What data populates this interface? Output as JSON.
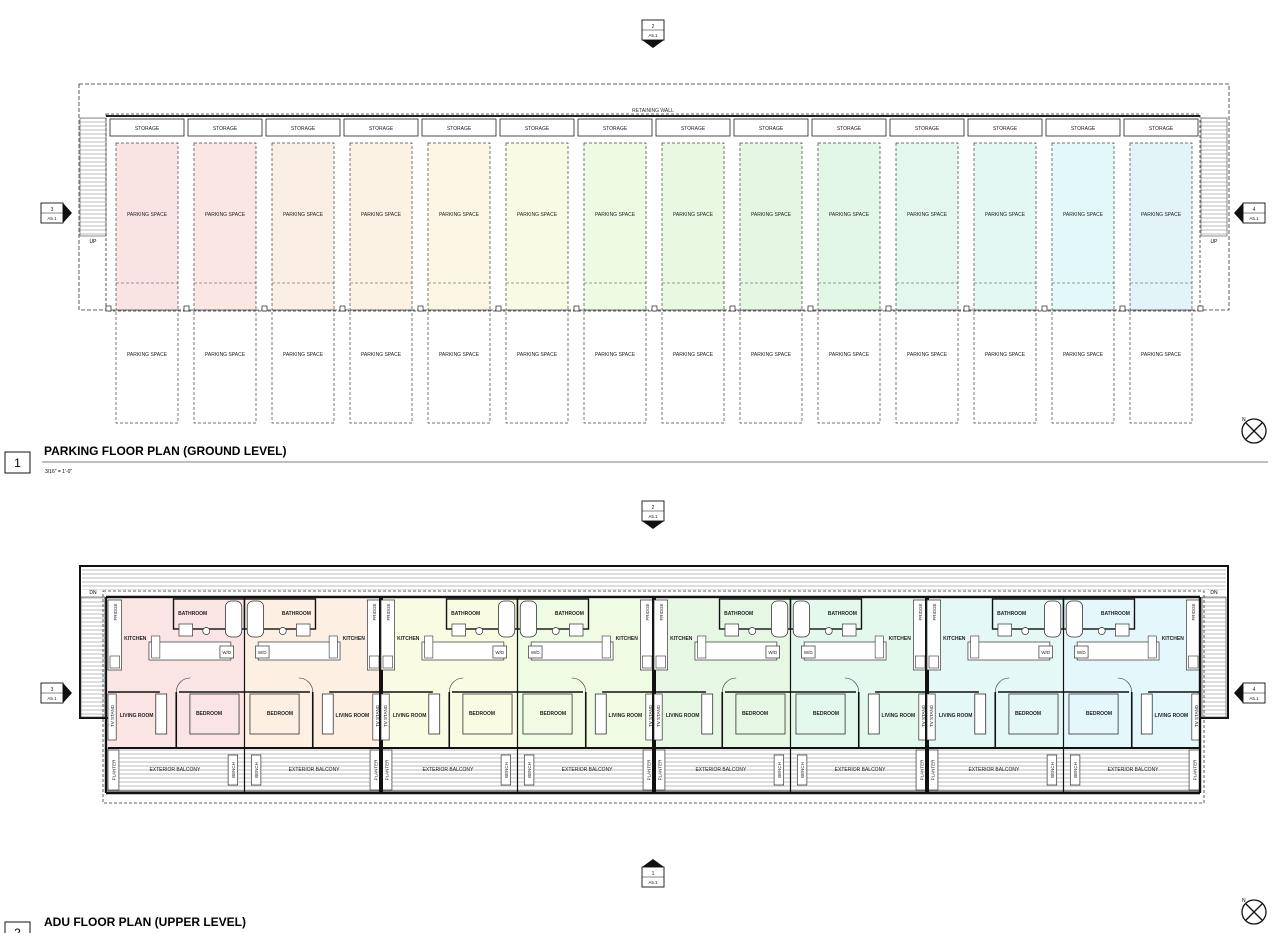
{
  "parking_plan": {
    "title": "PARKING FLOOR PLAN (GROUND LEVEL)",
    "number": "1",
    "scale": "3/16\" = 1'-0\"",
    "retaining_wall_label": "RETAINING WALL",
    "storage_label": "STORAGE",
    "parking_label": "PARKING SPACE",
    "stair_label": "UP",
    "bays": 14
  },
  "adu_plan": {
    "title": "ADU FLOOR PLAN  (UPPER LEVEL)",
    "number": "2",
    "stair_label": "DN",
    "units": [
      {
        "mirror": false
      },
      {
        "mirror": true
      },
      {
        "mirror": false
      },
      {
        "mirror": true
      },
      {
        "mirror": false
      },
      {
        "mirror": true
      },
      {
        "mirror": false
      },
      {
        "mirror": true
      }
    ],
    "room_labels": {
      "bathroom": "BATHROOM",
      "kitchen": "KITCHEN",
      "bedroom": "BEDROOM",
      "living": "LIVING ROOM",
      "balcony": "EXTERIOR BALCONY",
      "wd": "W/D",
      "fridge": "FRIDGE",
      "tv_stand": "TV STAND",
      "planter": "PLANTER",
      "bench": "BENCH"
    }
  },
  "section_markers": [
    {
      "id": "2",
      "sheet": "A5.1",
      "dir": "down"
    },
    {
      "id": "3",
      "sheet": "A5.1",
      "dir": "right"
    },
    {
      "id": "4",
      "sheet": "A5.1",
      "dir": "left"
    },
    {
      "id": "2",
      "sheet": "A5.1",
      "dir": "down"
    },
    {
      "id": "3",
      "sheet": "A5.1",
      "dir": "right"
    },
    {
      "id": "4",
      "sheet": "A5.1",
      "dir": "left"
    },
    {
      "id": "1",
      "sheet": "A5.1",
      "dir": "up"
    }
  ],
  "colors": {
    "unit_fills": [
      "#fbe4e4",
      "#fdf0e3",
      "#fafbe3",
      "#effbe3",
      "#e6f8e4",
      "#e4f9ee",
      "#e4f8f6",
      "#e4f7fa"
    ],
    "parking_fills": [
      "#fae3e3",
      "#fae6e3",
      "#fbeee3",
      "#fbf2e3",
      "#faf6e3",
      "#f9fae3",
      "#eefbe3",
      "#e9f9e1",
      "#e4f7e3",
      "#e3f7e7",
      "#e3f7ee",
      "#e3f8f3",
      "#e3f8f8",
      "#e3f4f9"
    ],
    "line": "#222222"
  },
  "icons": [
    "north-arrow-icon",
    "section-marker-icon",
    "stair-icon"
  ]
}
